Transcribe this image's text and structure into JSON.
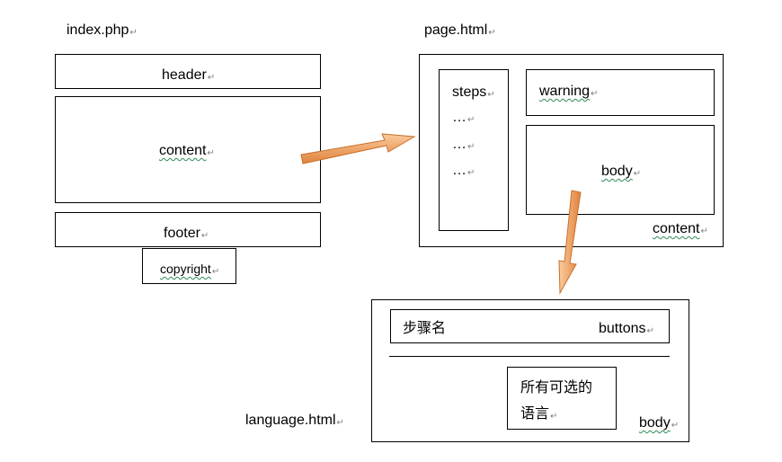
{
  "index": {
    "title": "index.php",
    "header": "header",
    "content": "content",
    "footer": "footer",
    "copyright": "copyright"
  },
  "page": {
    "title": "page.html",
    "steps": "steps",
    "ellipsis1": "…",
    "ellipsis2": "…",
    "ellipsis3": "…",
    "warning": "warning",
    "body": "body",
    "content": "content"
  },
  "language": {
    "title": "language.html",
    "step_name": "步骤名",
    "buttons": "buttons",
    "languages_line1": "所有可选的",
    "languages_line2": "语言",
    "body": "body"
  },
  "colors": {
    "arrow_light": "#f7b67a",
    "arrow_dark": "#d9772e",
    "paragraph_mark": "#7f7f7f",
    "squiggle": "#2e8b57"
  }
}
